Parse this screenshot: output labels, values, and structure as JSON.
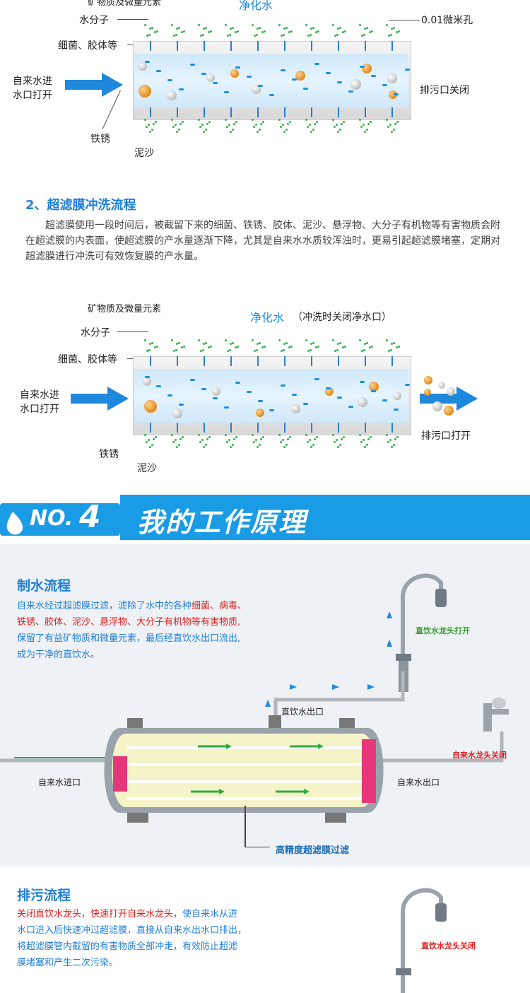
{
  "diagram1": {
    "top_cut_label": "矿物质及微量元素",
    "clean_water": "净化水",
    "pore_label": "0.01微米孔",
    "water_molecule": "水分子",
    "bacteria": "细菌、胶体等",
    "inlet_label_1": "自来水进",
    "inlet_label_2": "水口打开",
    "drain_label": "排污口关闭",
    "rust": "铁锈",
    "sand": "泥沙"
  },
  "section2": {
    "title": "2、超滤膜冲洗流程",
    "paragraph": "超滤膜使用一段时间后，被截留下来的细菌、铁锈、胶体、泥沙、悬浮物、大分子有机物等有害物质会附在超滤膜的内表面，使超滤膜的产水量逐渐下降，尤其是自来水水质较浑浊时，更易引起超滤膜堵塞，定期对超滤膜进行冲洗可有效恢复膜的产水量。"
  },
  "diagram2": {
    "minerals": "矿物质及微量元素",
    "clean_water": "净化水",
    "clean_water_note": "（冲洗时关闭净水口）",
    "water_molecule": "水分子",
    "bacteria": "细菌、胶体等",
    "inlet_label_1": "自来水进",
    "inlet_label_2": "水口打开",
    "drain_label": "排污口打开",
    "rust": "铁锈",
    "sand": "泥沙"
  },
  "banner": {
    "no_text": "NO.",
    "no_number": "4",
    "title": "我的工作原理",
    "bg_color": "#1a9be6"
  },
  "production": {
    "title": "制水流程",
    "line1_a": "自来水经过超滤膜过滤，滤除了水中的各种",
    "line1_b": "细菌、病毒、",
    "line2": "铁锈、胶体、泥沙、悬浮物、大分子有机物等有害物质,",
    "line3": "保留了有益矿物质和微量元素，最后经直饮水出口流出,",
    "line4": "成为干净的直饮水。",
    "faucet_open": "直饮水龙头打开",
    "outlet_label": "直饮水出口",
    "inlet_label": "自来水进口",
    "tap_outlet_label": "自来水出口",
    "tap_closed": "自来水龙头关闭",
    "membrane_label": "高精度超滤膜过滤"
  },
  "drain": {
    "title": "排污流程",
    "line1_a": "关闭直饮水龙头，快速打开自来水龙头，",
    "line1_b": "使自来水从进",
    "line2": "水口进入后快速冲过超滤膜，直接从自来水出水口排出，",
    "line3": "将超滤膜管内截留的有害物质全部冲走，有效防止超滤",
    "line4": "膜堵塞和产生二次污染。",
    "faucet_closed": "直饮水龙头关闭"
  }
}
